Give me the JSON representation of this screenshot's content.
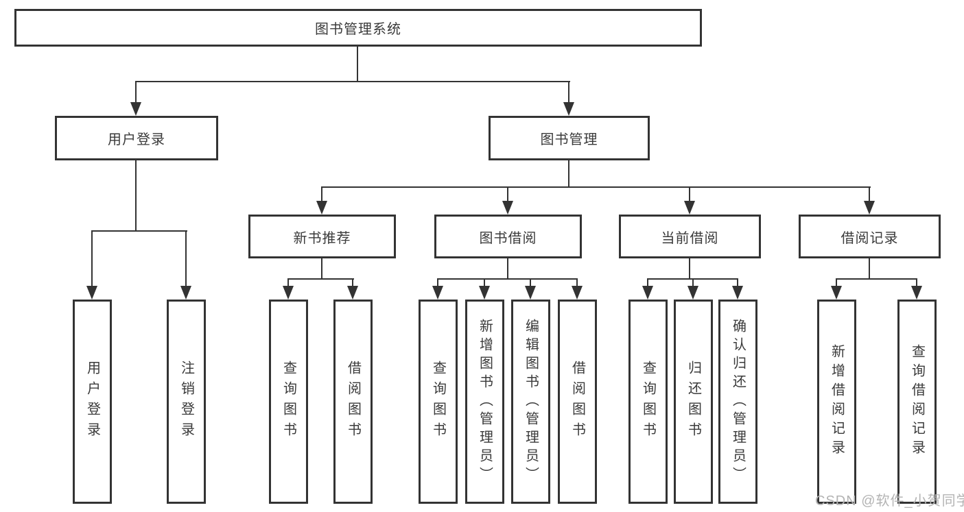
{
  "diagram": {
    "root": {
      "label": "图书管理系统"
    },
    "level2": [
      {
        "label": "用户登录"
      },
      {
        "label": "图书管理"
      }
    ],
    "level3": [
      {
        "label": "新书推荐"
      },
      {
        "label": "图书借阅"
      },
      {
        "label": "当前借阅"
      },
      {
        "label": "借阅记录"
      }
    ],
    "leaves": {
      "user_login": [
        {
          "label": "用户登录"
        },
        {
          "label": "注销登录"
        }
      ],
      "new_book": [
        {
          "label": "查询图书"
        },
        {
          "label": "借阅图书"
        }
      ],
      "book_borrow": [
        {
          "label": "查询图书"
        },
        {
          "label": "新增图书（管理员）"
        },
        {
          "label": "编辑图书（管理员）"
        },
        {
          "label": "借阅图书"
        }
      ],
      "current_borrow": [
        {
          "label": "查询图书"
        },
        {
          "label": "归还图书"
        },
        {
          "label": "确认归还（管理员）"
        }
      ],
      "borrow_record": [
        {
          "label": "新增借阅记录"
        },
        {
          "label": "查询借阅记录"
        }
      ]
    }
  },
  "watermark": {
    "text": "CSDN @软件_小贺同学"
  },
  "colors": {
    "line": "#333333",
    "text": "#3a3a3a",
    "watermark": "#b3b3b3",
    "background": "#ffffff"
  }
}
